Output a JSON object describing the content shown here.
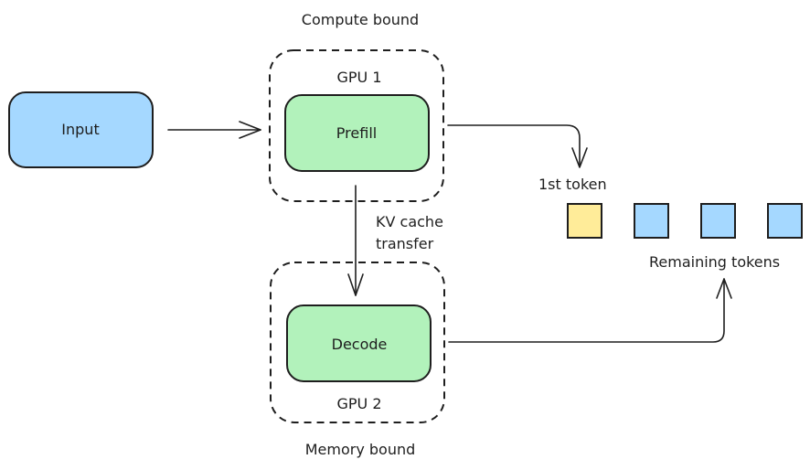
{
  "diagram": {
    "type": "flowchart",
    "nodes": {
      "input": {
        "label": "Input",
        "fill": "#a5d8ff"
      },
      "prefill": {
        "label": "Prefill",
        "fill": "#b2f2bb"
      },
      "decode": {
        "label": "Decode",
        "fill": "#b2f2bb"
      }
    },
    "groups": {
      "gpu1": {
        "label": "GPU 1",
        "caption": "Compute bound"
      },
      "gpu2": {
        "label": "GPU 2",
        "caption": "Memory bound"
      }
    },
    "edges": [
      {
        "from": "Input",
        "to": "Prefill",
        "label": ""
      },
      {
        "from": "Prefill",
        "to": "1st token",
        "label": ""
      },
      {
        "from": "Prefill",
        "to": "Decode",
        "label": "KV cache transfer"
      },
      {
        "from": "Decode",
        "to": "Remaining tokens",
        "label": ""
      }
    ],
    "kv_label_lines": [
      "KV cache",
      "transfer"
    ],
    "tokens": {
      "first_label": "1st token",
      "remaining_label": "Remaining tokens",
      "items": [
        {
          "kind": "first",
          "fill": "#ffec99"
        },
        {
          "kind": "remaining",
          "fill": "#a5d8ff"
        },
        {
          "kind": "remaining",
          "fill": "#a5d8ff"
        },
        {
          "kind": "remaining",
          "fill": "#a5d8ff"
        }
      ]
    }
  }
}
